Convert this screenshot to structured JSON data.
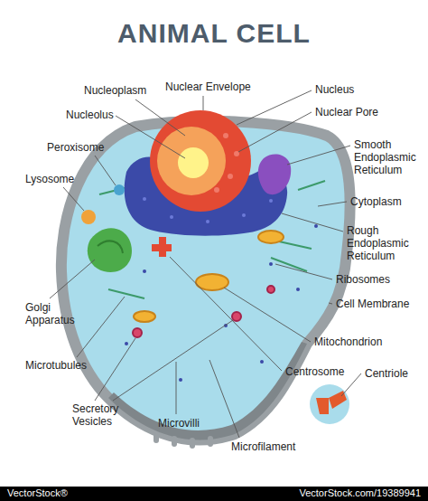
{
  "diagram": {
    "title": "ANIMAL CELL",
    "labels": [
      "Nucleoplasm",
      "Nuclear Envelope",
      "Nucleus",
      "Nucleolus",
      "Nuclear Pore",
      "Peroxisome",
      "Smooth Endoplasmic Reticulum",
      "Lysosome",
      "Cytoplasm",
      "Rough Endoplasmic Reticulum",
      "Ribosomes",
      "Golgi Apparatus",
      "Cell Membrane",
      "Mitochondrion",
      "Microtubules",
      "Centrosome",
      "Centriole",
      "Secretory Vesicles",
      "Microvilli",
      "Microfilament",
      "VectorStock®",
      "VectorStock.com/19389941"
    ]
  }
}
